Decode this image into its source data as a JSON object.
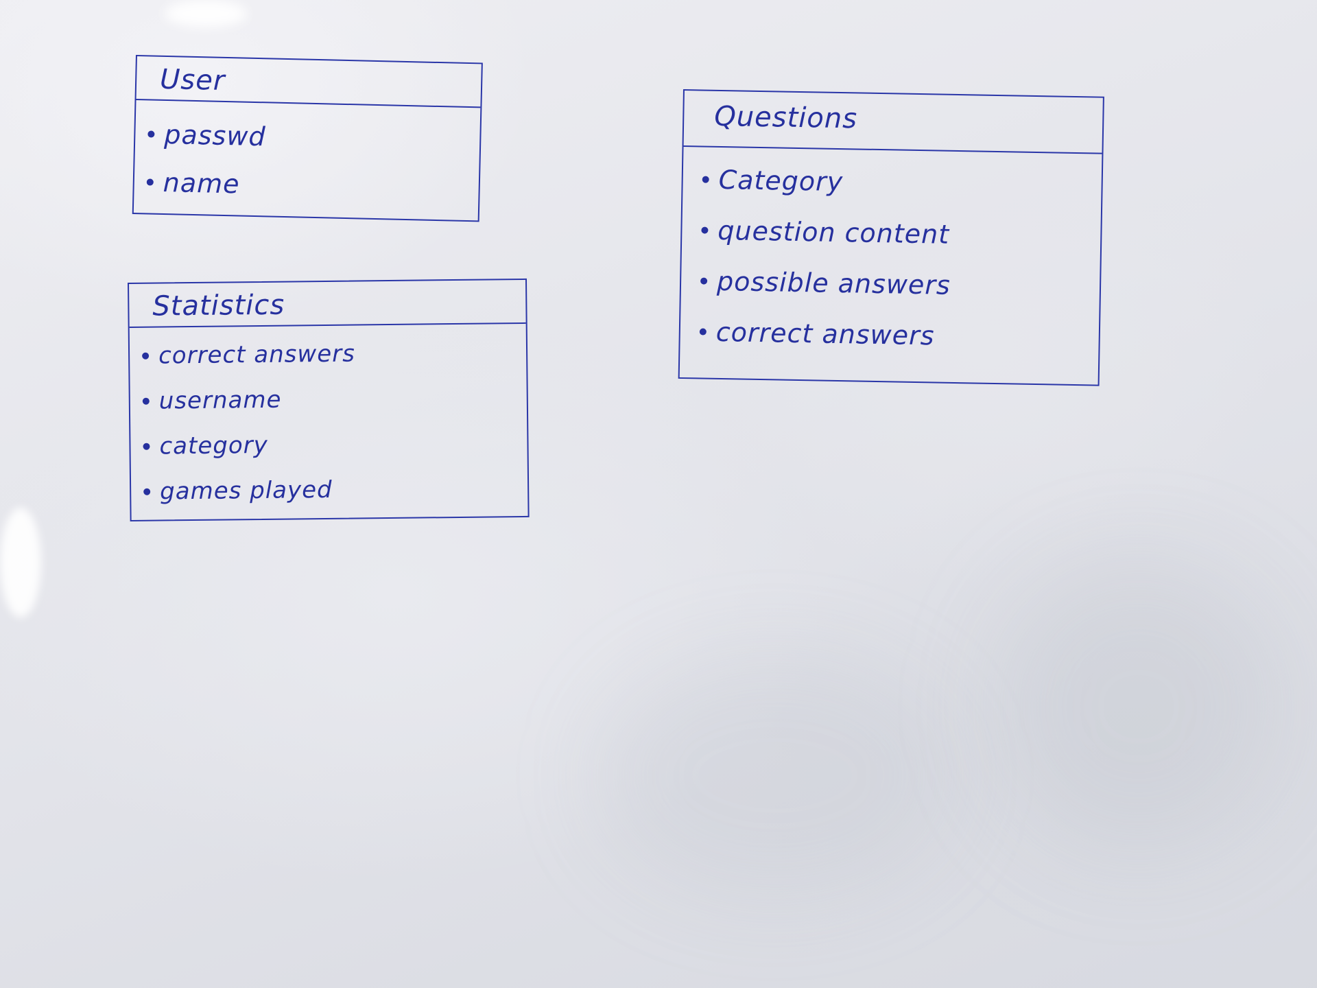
{
  "diagram": {
    "entities": [
      {
        "title": "User",
        "attributes": [
          "passwd",
          "name"
        ]
      },
      {
        "title": "Statistics",
        "attributes": [
          "correct answers",
          "username",
          "category",
          "games played"
        ]
      },
      {
        "title": "Questions",
        "attributes": [
          "Category",
          "question content",
          "possible answers",
          "correct answers"
        ]
      }
    ]
  },
  "colors": {
    "ink": "#26309e",
    "paper": "#e6e7ec"
  }
}
